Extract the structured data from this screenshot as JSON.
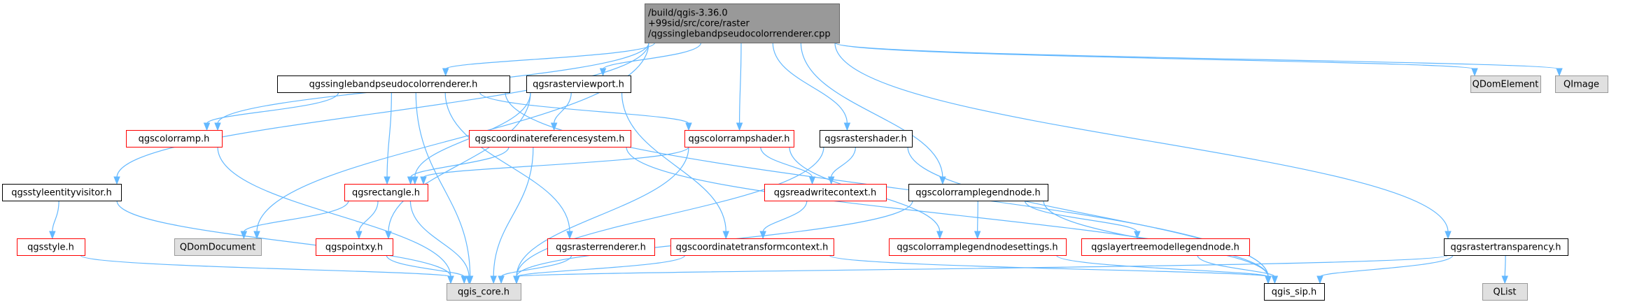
{
  "diagram": {
    "colors": {
      "root_fill": "#999999",
      "root_border": "#666666",
      "default_fill": "#ffffff",
      "default_border": "#000000",
      "red_border": "#ff0000",
      "gray_fill": "#e0e0e0",
      "gray_border": "#999999",
      "edge": "#63b8ff"
    },
    "nodes": [
      {
        "id": "root",
        "style": "root",
        "lines": [
          "/build/qgis-3.36.0",
          "+99sid/src/core/raster",
          "/qgssinglebandpseudocolorrenderer.cpp"
        ]
      },
      {
        "id": "sbpcr_h",
        "style": "default",
        "lines": [
          "qgssinglebandpseudocolorrenderer.h"
        ]
      },
      {
        "id": "rasterviewport_h",
        "style": "default",
        "lines": [
          "qgsrasterviewport.h"
        ]
      },
      {
        "id": "qdomelement",
        "style": "gray",
        "lines": [
          "QDomElement"
        ]
      },
      {
        "id": "qimage",
        "style": "gray",
        "lines": [
          "QImage"
        ]
      },
      {
        "id": "colorramp_h",
        "style": "red",
        "lines": [
          "qgscolorramp.h"
        ]
      },
      {
        "id": "crs_h",
        "style": "red",
        "lines": [
          "qgscoordinatereferencesystem.h"
        ]
      },
      {
        "id": "colorrampshader_h",
        "style": "red",
        "lines": [
          "qgscolorrampshader.h"
        ]
      },
      {
        "id": "rastershader_h",
        "style": "default",
        "lines": [
          "qgsrastershader.h"
        ]
      },
      {
        "id": "styleentityvisitor_h",
        "style": "default",
        "lines": [
          "qgsstyleentityvisitor.h"
        ]
      },
      {
        "id": "rectangle_h",
        "style": "red",
        "lines": [
          "qgsrectangle.h"
        ]
      },
      {
        "id": "readwritecontext_h",
        "style": "red",
        "lines": [
          "qgsreadwritecontext.h"
        ]
      },
      {
        "id": "colorramplegendnode_h",
        "style": "default",
        "lines": [
          "qgscolorramplegendnode.h"
        ]
      },
      {
        "id": "style_h",
        "style": "red",
        "lines": [
          "qgsstyle.h"
        ]
      },
      {
        "id": "qdomdocument",
        "style": "gray",
        "lines": [
          "QDomDocument"
        ]
      },
      {
        "id": "pointxy_h",
        "style": "red",
        "lines": [
          "qgspointxy.h"
        ]
      },
      {
        "id": "rasterrenderer_h",
        "style": "red",
        "lines": [
          "qgsrasterrenderer.h"
        ]
      },
      {
        "id": "coordtransformcontext_h",
        "style": "red",
        "lines": [
          "qgscoordinatetransformcontext.h"
        ]
      },
      {
        "id": "colorramplegendnodesettings_h",
        "style": "red",
        "lines": [
          "qgscolorramplegendnodesettings.h"
        ]
      },
      {
        "id": "layertreemodellegendnode_h",
        "style": "red",
        "lines": [
          "qgslayertreemodellegendnode.h"
        ]
      },
      {
        "id": "rastertransparency_h",
        "style": "default",
        "lines": [
          "qgsrastertransparency.h"
        ]
      },
      {
        "id": "qlist",
        "style": "gray",
        "lines": [
          "QList"
        ]
      },
      {
        "id": "qgis_core_h",
        "style": "gray",
        "lines": [
          "qgis_core.h"
        ]
      },
      {
        "id": "qgis_sip_h",
        "style": "default",
        "lines": [
          "qgis_sip.h"
        ]
      }
    ],
    "edges": [
      [
        "root",
        "sbpcr_h"
      ],
      [
        "root",
        "rasterviewport_h"
      ],
      [
        "root",
        "qdomelement"
      ],
      [
        "root",
        "qimage"
      ],
      [
        "root",
        "colorramp_h"
      ],
      [
        "root",
        "colorrampshader_h"
      ],
      [
        "root",
        "rastershader_h"
      ],
      [
        "root",
        "styleentityvisitor_h"
      ],
      [
        "root",
        "qdomdocument"
      ],
      [
        "root",
        "colorramplegendnode_h"
      ],
      [
        "root",
        "rastertransparency_h"
      ],
      [
        "sbpcr_h",
        "colorramp_h"
      ],
      [
        "sbpcr_h",
        "colorrampshader_h"
      ],
      [
        "sbpcr_h",
        "rectangle_h"
      ],
      [
        "sbpcr_h",
        "rasterrenderer_h"
      ],
      [
        "sbpcr_h",
        "qgis_core_h"
      ],
      [
        "sbpcr_h",
        "qgis_sip_h"
      ],
      [
        "rasterviewport_h",
        "crs_h"
      ],
      [
        "rasterviewport_h",
        "rectangle_h"
      ],
      [
        "rasterviewport_h",
        "pointxy_h"
      ],
      [
        "rasterviewport_h",
        "coordtransformcontext_h"
      ],
      [
        "colorramp_h",
        "qgis_core_h"
      ],
      [
        "crs_h",
        "rectangle_h"
      ],
      [
        "crs_h",
        "qgis_core_h"
      ],
      [
        "crs_h",
        "qgis_sip_h"
      ],
      [
        "colorrampshader_h",
        "rectangle_h"
      ],
      [
        "colorrampshader_h",
        "readwritecontext_h"
      ],
      [
        "colorrampshader_h",
        "colorramplegendnodesettings_h"
      ],
      [
        "colorrampshader_h",
        "qgis_core_h"
      ],
      [
        "rastershader_h",
        "readwritecontext_h"
      ],
      [
        "rastershader_h",
        "qgis_core_h"
      ],
      [
        "rastershader_h",
        "qgis_sip_h"
      ],
      [
        "styleentityvisitor_h",
        "style_h"
      ],
      [
        "styleentityvisitor_h",
        "qgis_core_h"
      ],
      [
        "rectangle_h",
        "qdomdocument"
      ],
      [
        "rectangle_h",
        "pointxy_h"
      ],
      [
        "rectangle_h",
        "qgis_core_h"
      ],
      [
        "readwritecontext_h",
        "coordtransformcontext_h"
      ],
      [
        "colorramplegendnode_h",
        "colorramplegendnodesettings_h"
      ],
      [
        "colorramplegendnode_h",
        "layertreemodellegendnode_h"
      ],
      [
        "colorramplegendnode_h",
        "qgis_core_h"
      ],
      [
        "colorramplegendnode_h",
        "qgis_sip_h"
      ],
      [
        "style_h",
        "qgis_core_h"
      ],
      [
        "pointxy_h",
        "qgis_core_h"
      ],
      [
        "rasterrenderer_h",
        "qgis_core_h"
      ],
      [
        "coordtransformcontext_h",
        "qgis_core_h"
      ],
      [
        "coordtransformcontext_h",
        "qgis_sip_h"
      ],
      [
        "colorramplegendnodesettings_h",
        "qgis_sip_h"
      ],
      [
        "layertreemodellegendnode_h",
        "qgis_sip_h"
      ],
      [
        "rastertransparency_h",
        "qgis_core_h"
      ],
      [
        "rastertransparency_h",
        "qlist"
      ],
      [
        "rastertransparency_h",
        "qgis_sip_h"
      ]
    ]
  }
}
